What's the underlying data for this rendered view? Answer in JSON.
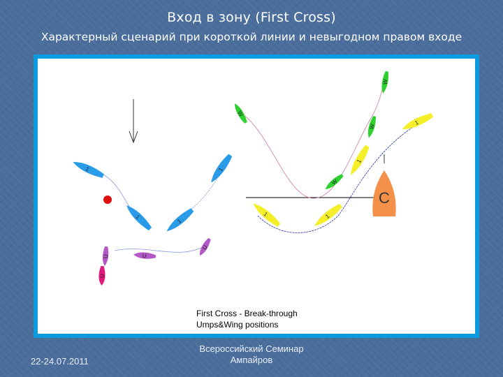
{
  "slide": {
    "title": "Вход в зону (First Cross)",
    "subtitle": "Характерный сценарий  при короткой линии и невыгодном правом входе",
    "caption_line1": "First Cross - Break-through",
    "caption_line2": "Umps&Wing positions",
    "date": "22-24.07.2011",
    "footer_line1": "Всероссийский Семинар",
    "footer_line2": "Ампайров"
  },
  "diagram": {
    "mark_label": "C",
    "colors": {
      "frame": "#0c9bdf",
      "blue_boat": "#2a9be8",
      "yellow_boat": "#f5ef2a",
      "green_boat": "#2ed12e",
      "purple_umpire": "#b358c7",
      "magenta_umpire": "#e0187c",
      "mark": "#f4904a",
      "red_dot": "#e01010"
    },
    "boat_labels": {
      "blue": "1",
      "yellow": "1",
      "green": "W",
      "umpire": "U"
    }
  }
}
